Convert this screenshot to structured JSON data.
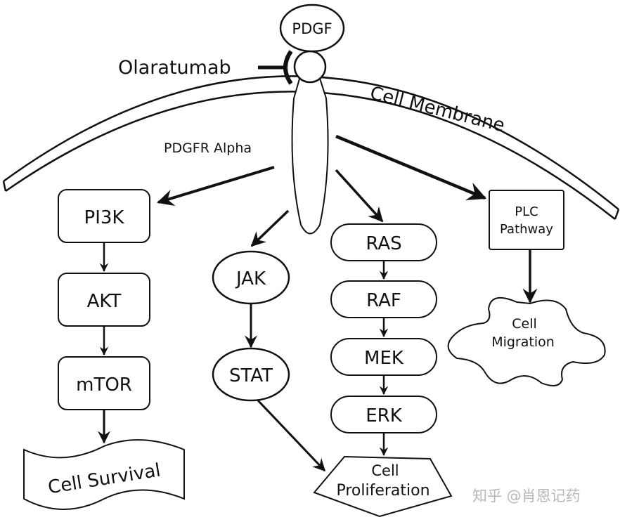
{
  "diagram": {
    "ligand": "PDGF",
    "inhibitor": "Olaratumab",
    "membrane_label": "Cell Membrane",
    "receptor_label": "PDGFR Alpha",
    "pi3k_pathway": [
      "PI3K",
      "AKT",
      "mTOR"
    ],
    "pi3k_outcome": "Cell Survival",
    "jak_pathway": [
      "JAK",
      "STAT"
    ],
    "ras_pathway": [
      "RAS",
      "RAF",
      "MEK",
      "ERK"
    ],
    "proliferation_outcome": [
      "Cell",
      "Proliferation"
    ],
    "plc_pathway": [
      "PLC",
      "Pathway"
    ],
    "plc_outcome": [
      "Cell",
      "Migration"
    ]
  },
  "watermark": "知乎 @肖恩记药",
  "colors": {
    "stroke": "#111111",
    "background": "#ffffff",
    "watermark": "#b8b8b8"
  }
}
